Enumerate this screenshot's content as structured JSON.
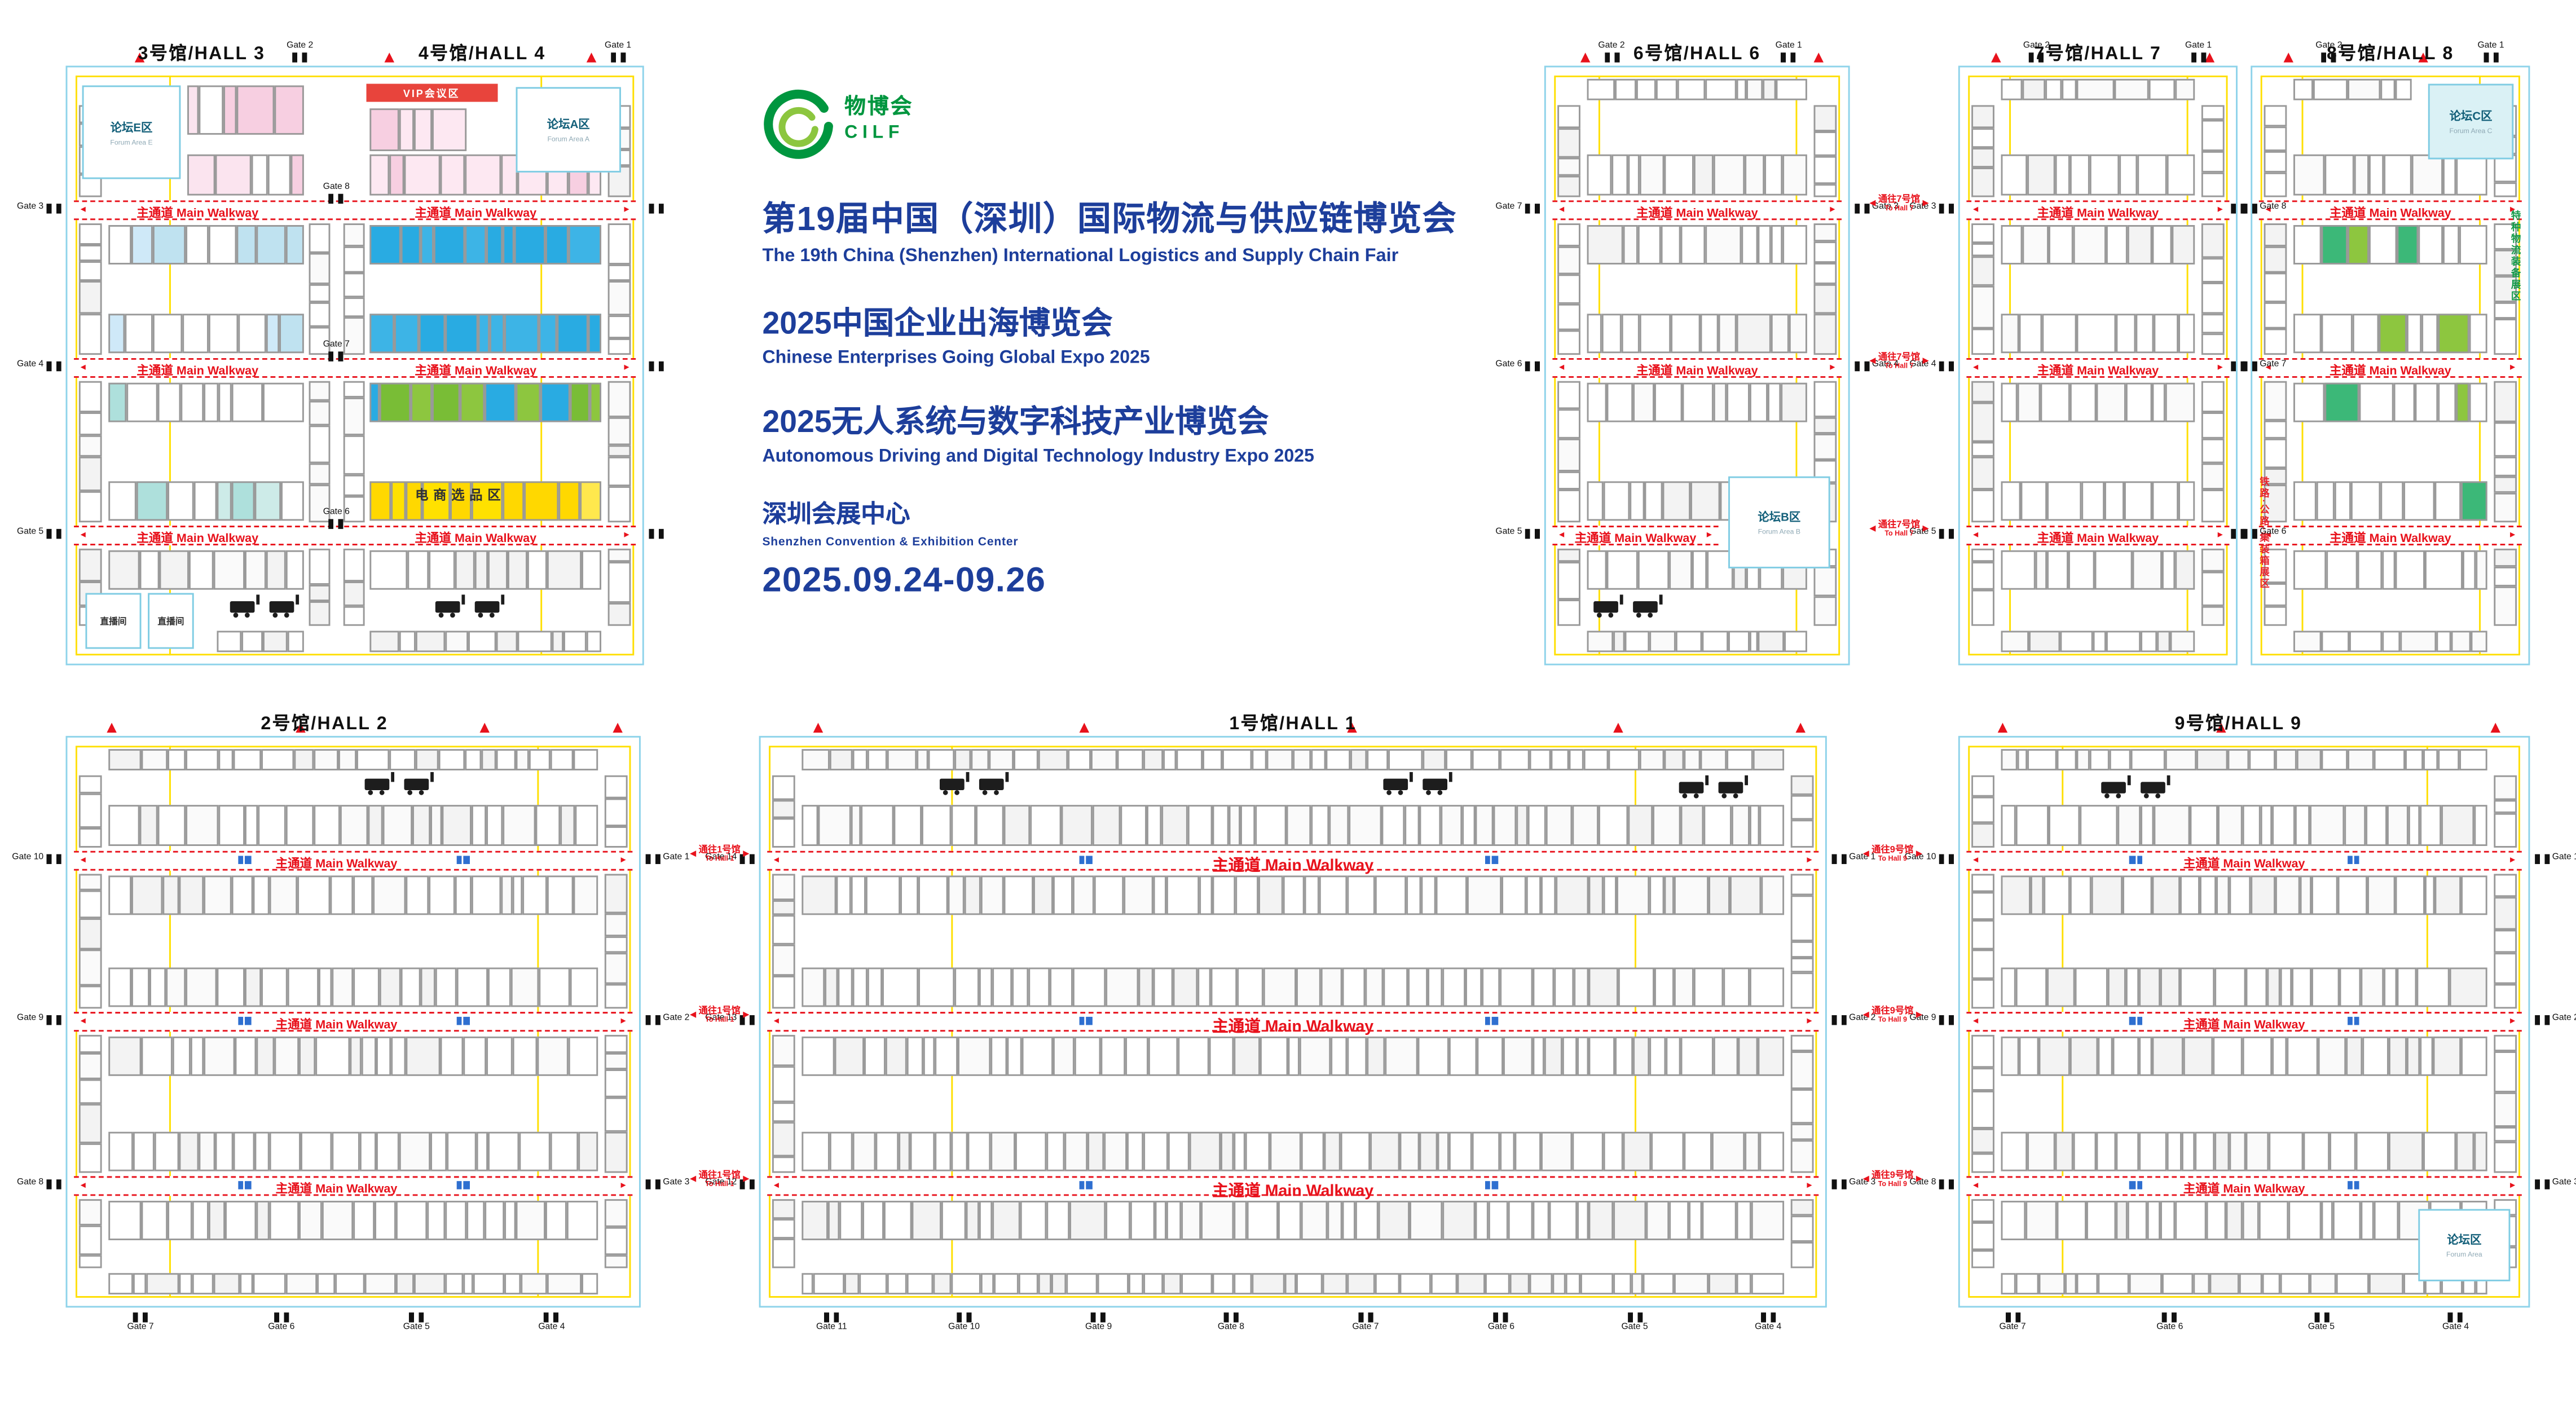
{
  "page": {
    "background": "#ffffff"
  },
  "header": {
    "logo_cn": "物博会",
    "logo_en": "CILF",
    "title1_cn": "第19届中国（深圳）国际物流与供应链博览会",
    "title1_en": "The 19th China (Shenzhen) International Logistics and Supply Chain Fair",
    "title2_cn": "2025中国企业出海博览会",
    "title2_en": "Chinese Enterprises Going Global Expo 2025",
    "title3_cn": "2025无人系统与数字科技产业博览会",
    "title3_en": "Autonomous Driving and Digital Technology Industry Expo 2025",
    "venue_cn": "深圳会展中心",
    "venue_en": "Shenzhen Convention & Exhibition Center",
    "dates": "2025.09.24-09.26"
  },
  "labels": {
    "main_walkway": "主通道 Main Walkway"
  },
  "transfers": [
    {
      "cn": "通往1号馆",
      "en": "To Hall 1"
    },
    {
      "cn": "通往9号馆",
      "en": "To Hall 9"
    },
    {
      "cn": "通往7号馆",
      "en": "To Hall 7"
    }
  ],
  "halls": [
    {
      "id": "hall34",
      "titles": [
        "3号馆/HALL 3",
        "4号馆/HALL 4"
      ],
      "gates": {
        "top": [
          "Gate 2",
          "Gate 1"
        ],
        "left": [
          "Gate 3",
          "Gate 4",
          "Gate 5"
        ],
        "mid": [
          "Gate 8",
          "Gate 7",
          "Gate 6"
        ]
      },
      "zones": {
        "forumE": {
          "name": "论坛E区",
          "sub": "Forum Area E"
        },
        "forumA": {
          "name": "论坛A区",
          "sub": "Forum Area A"
        },
        "vip": "VIP会议区",
        "ecom": "电商选品区",
        "live1": "直播间",
        "live2": "直播间"
      }
    },
    {
      "id": "hall6",
      "titles": [
        "6号馆/HALL 6"
      ],
      "gates": {
        "top": [
          "Gate 2",
          "Gate 1"
        ],
        "left": [
          "Gate 7",
          "Gate 6",
          "Gate 5"
        ],
        "right": [
          "Gate 3",
          "Gate 4"
        ]
      },
      "zones": {
        "forum": {
          "name": "论坛B区",
          "sub": "Forum Area B"
        }
      }
    },
    {
      "id": "hall7",
      "titles": [
        "7号馆/HALL 7"
      ],
      "gates": {
        "top": [
          "Gate 2",
          "Gate 1"
        ],
        "left": [
          "Gate 3",
          "Gate 4",
          "Gate 5"
        ],
        "right": [
          "Gate 8",
          "Gate 7",
          "Gate 6"
        ]
      }
    },
    {
      "id": "hall8",
      "titles": [
        "8号馆/HALL 8"
      ],
      "gates": {
        "top": [
          "Gate 2",
          "Gate 1"
        ]
      },
      "zones": {
        "forum": {
          "name": "论坛C区",
          "sub": "Forum Area C"
        },
        "special": "特种物流装备展区",
        "rail": "铁路·公路·集装箱展区"
      }
    },
    {
      "id": "hall2",
      "titles": [
        "2号馆/HALL 2"
      ],
      "gates": {
        "left": [
          "Gate 10",
          "Gate 9",
          "Gate 8"
        ],
        "right": [
          "Gate 1",
          "Gate 2",
          "Gate 3"
        ],
        "bottom": [
          "Gate 7",
          "Gate 6",
          "Gate 5",
          "Gate 4"
        ]
      }
    },
    {
      "id": "hall1",
      "titles": [
        "1号馆/HALL 1"
      ],
      "gates": {
        "left": [
          "Gate 14",
          "Gate 13",
          "Gate 12"
        ],
        "right": [
          "Gate 1",
          "Gate 2",
          "Gate 3"
        ],
        "bottom": [
          "Gate 11",
          "Gate 10",
          "Gate 9",
          "Gate 8",
          "Gate 7",
          "Gate 6",
          "Gate 5",
          "Gate 4"
        ]
      }
    },
    {
      "id": "hall9",
      "titles": [
        "9号馆/HALL 9"
      ],
      "gates": {
        "left": [
          "Gate 10",
          "Gate 9",
          "Gate 8"
        ],
        "right": [
          "Gate 1",
          "Gate 2",
          "Gate 3"
        ],
        "bottom": [
          "Gate 7",
          "Gate 6",
          "Gate 5",
          "Gate 4"
        ]
      },
      "zones": {
        "forum": {
          "name": "论坛区",
          "sub": "Forum Area"
        }
      }
    }
  ]
}
